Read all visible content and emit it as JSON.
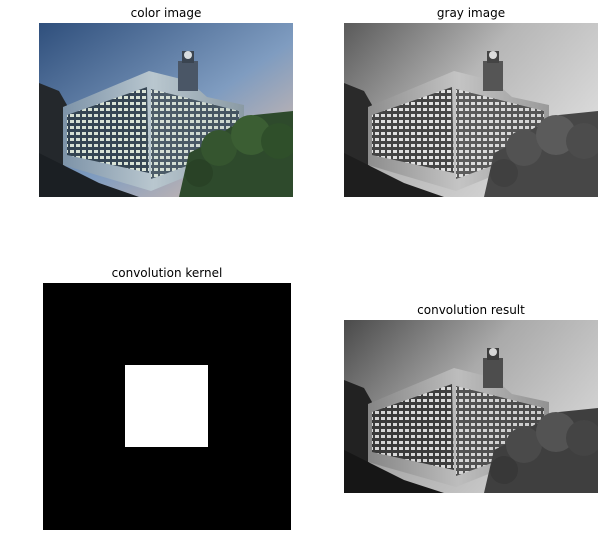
{
  "figure": {
    "panels": [
      {
        "title": "color image",
        "content": "color photograph of a glass-facade building lit from inside at dusk, trees in the foreground"
      },
      {
        "title": "gray image",
        "content": "grayscale version of the same building photograph"
      },
      {
        "title": "convolution kernel",
        "content": "black square with a centered white square"
      },
      {
        "title": "convolution result",
        "content": "grayscale building photograph after convolution with the kernel"
      }
    ],
    "colors": {
      "background": "#ffffff",
      "kernel_fill": "#000000",
      "kernel_center": "#ffffff",
      "title_text": "#000000"
    }
  }
}
